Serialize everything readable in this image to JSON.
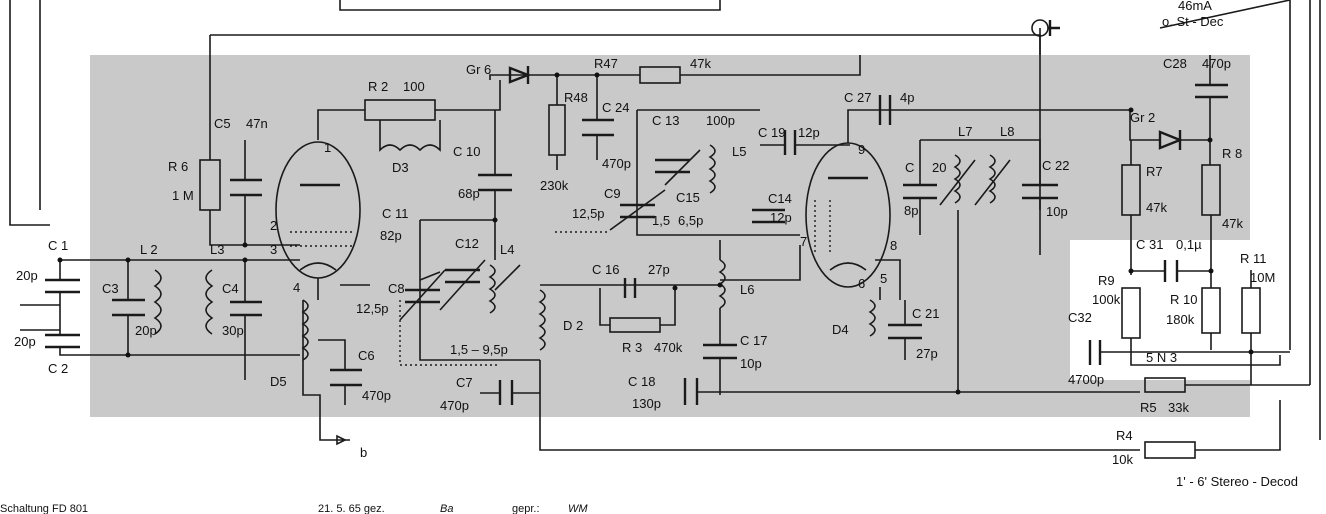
{
  "labels": {
    "c1": "C 1",
    "c1_val": "20p",
    "c2": "C 2",
    "c2_val": "20p",
    "c3": "C3",
    "c3_val": "20p",
    "c4": "C4",
    "c4_val": "30p",
    "c5": "C5",
    "c5_val": "47n",
    "c6": "C6",
    "c6_val": "470p",
    "c7": "C7",
    "c7_val": "470p",
    "c8": "C8",
    "c8_val": "12,5p",
    "c9": "C9",
    "c9_val": "12,5p",
    "c10": "C 10",
    "c10_val": "68p",
    "c11": "C 11",
    "c11_val": "82p",
    "c12": "C12",
    "c12_val": "1,5 – 9,5p",
    "c13": "C 13",
    "c13_val": "100p",
    "c14": "C14",
    "c14_val": "12p",
    "c15": "C15",
    "c15_val": "6,5p",
    "c15_low": "1,5",
    "c16": "C 16",
    "c16_val": "27p",
    "c17": "C 17",
    "c17_val": "10p",
    "c18": "C 18",
    "c18_val": "130p",
    "c19": "C 19",
    "c19_val": "12p",
    "c20": "C",
    "c20_num": "20",
    "c20_val": "8p",
    "c21": "C 21",
    "c21_val": "27p",
    "c22": "C 22",
    "c22_val": "10p",
    "c24": "C 24",
    "c24_val": "470p",
    "c27": "C 27",
    "c27_val": "4p",
    "c28": "C28",
    "c28_val": "470p",
    "c31": "C 31",
    "c31_val": "0,1µ",
    "c32": "C32",
    "c32_val": "4700p",
    "r2": "R 2",
    "r2_val": "100",
    "r3": "R 3",
    "r3_val": "470k",
    "r4": "R4",
    "r4_val": "10k",
    "r5": "R5",
    "r5_val": "33k",
    "r6": "R 6",
    "r6_val": "1 M",
    "r7": "R7",
    "r7_val": "47k",
    "r8": "R 8",
    "r8_val": "47k",
    "r9": "R9",
    "r9_val": "100k",
    "r10": "R 10",
    "r10_val": "180k",
    "r11": "R 11",
    "r11_val": "10M",
    "r47": "R47",
    "r47_val": "47k",
    "r48": "R48",
    "r48_val": "230k",
    "l2": "L 2",
    "l3": "L3",
    "l4": "L4",
    "l5": "L5",
    "l6": "L6",
    "l7": "L7",
    "l8": "L8",
    "d2": "D 2",
    "d3": "D3",
    "d4": "D4",
    "d5": "D5",
    "gr2": "Gr 2",
    "gr6": "Gr 6",
    "pin1": "1",
    "pin2": "2",
    "pin3": "3",
    "pin4": "4",
    "pin5": "5",
    "pin6": "6",
    "pin7": "7",
    "pin8": "8",
    "pin9": "9",
    "b_out": "b",
    "current": "46mA",
    "current_note": "o. St - Dec",
    "snn": "5   N   3",
    "stereo": "1' - 6' Stereo - Decod",
    "footer_left": "Schaltung  FD 801",
    "footer_date": "21.  5.  65   gez.",
    "footer_sig1": "Ba",
    "footer_gepr": "gepr.:",
    "footer_sig2": "WM"
  }
}
